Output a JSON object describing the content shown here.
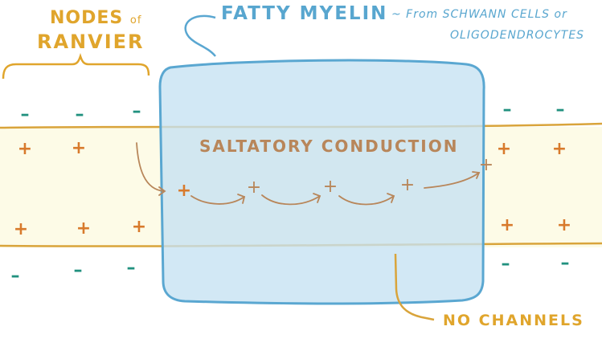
{
  "labels": {
    "nodes_line1": "NODES",
    "nodes_of": "of",
    "nodes_line2": "RANVIER",
    "myelin": "FATTY MYELIN",
    "source_line1": "~ From SCHWANN CELLS or",
    "source_line2": "OLIGODENDROCYTES",
    "saltatory": "SALTATORY CONDUCTION",
    "no_channels": "NO CHANNELS"
  },
  "symbols": {
    "plus": "+",
    "minus": "–"
  },
  "colors": {
    "axon_fill": "#fdfbe7",
    "axon_border": "#d9a43b",
    "myelin_fill": "#c5e1f2",
    "myelin_border": "#5aa7d1",
    "plus_charge": "#d87a2c",
    "minus_charge": "#21917f",
    "current_arrow": "#b8865a"
  }
}
